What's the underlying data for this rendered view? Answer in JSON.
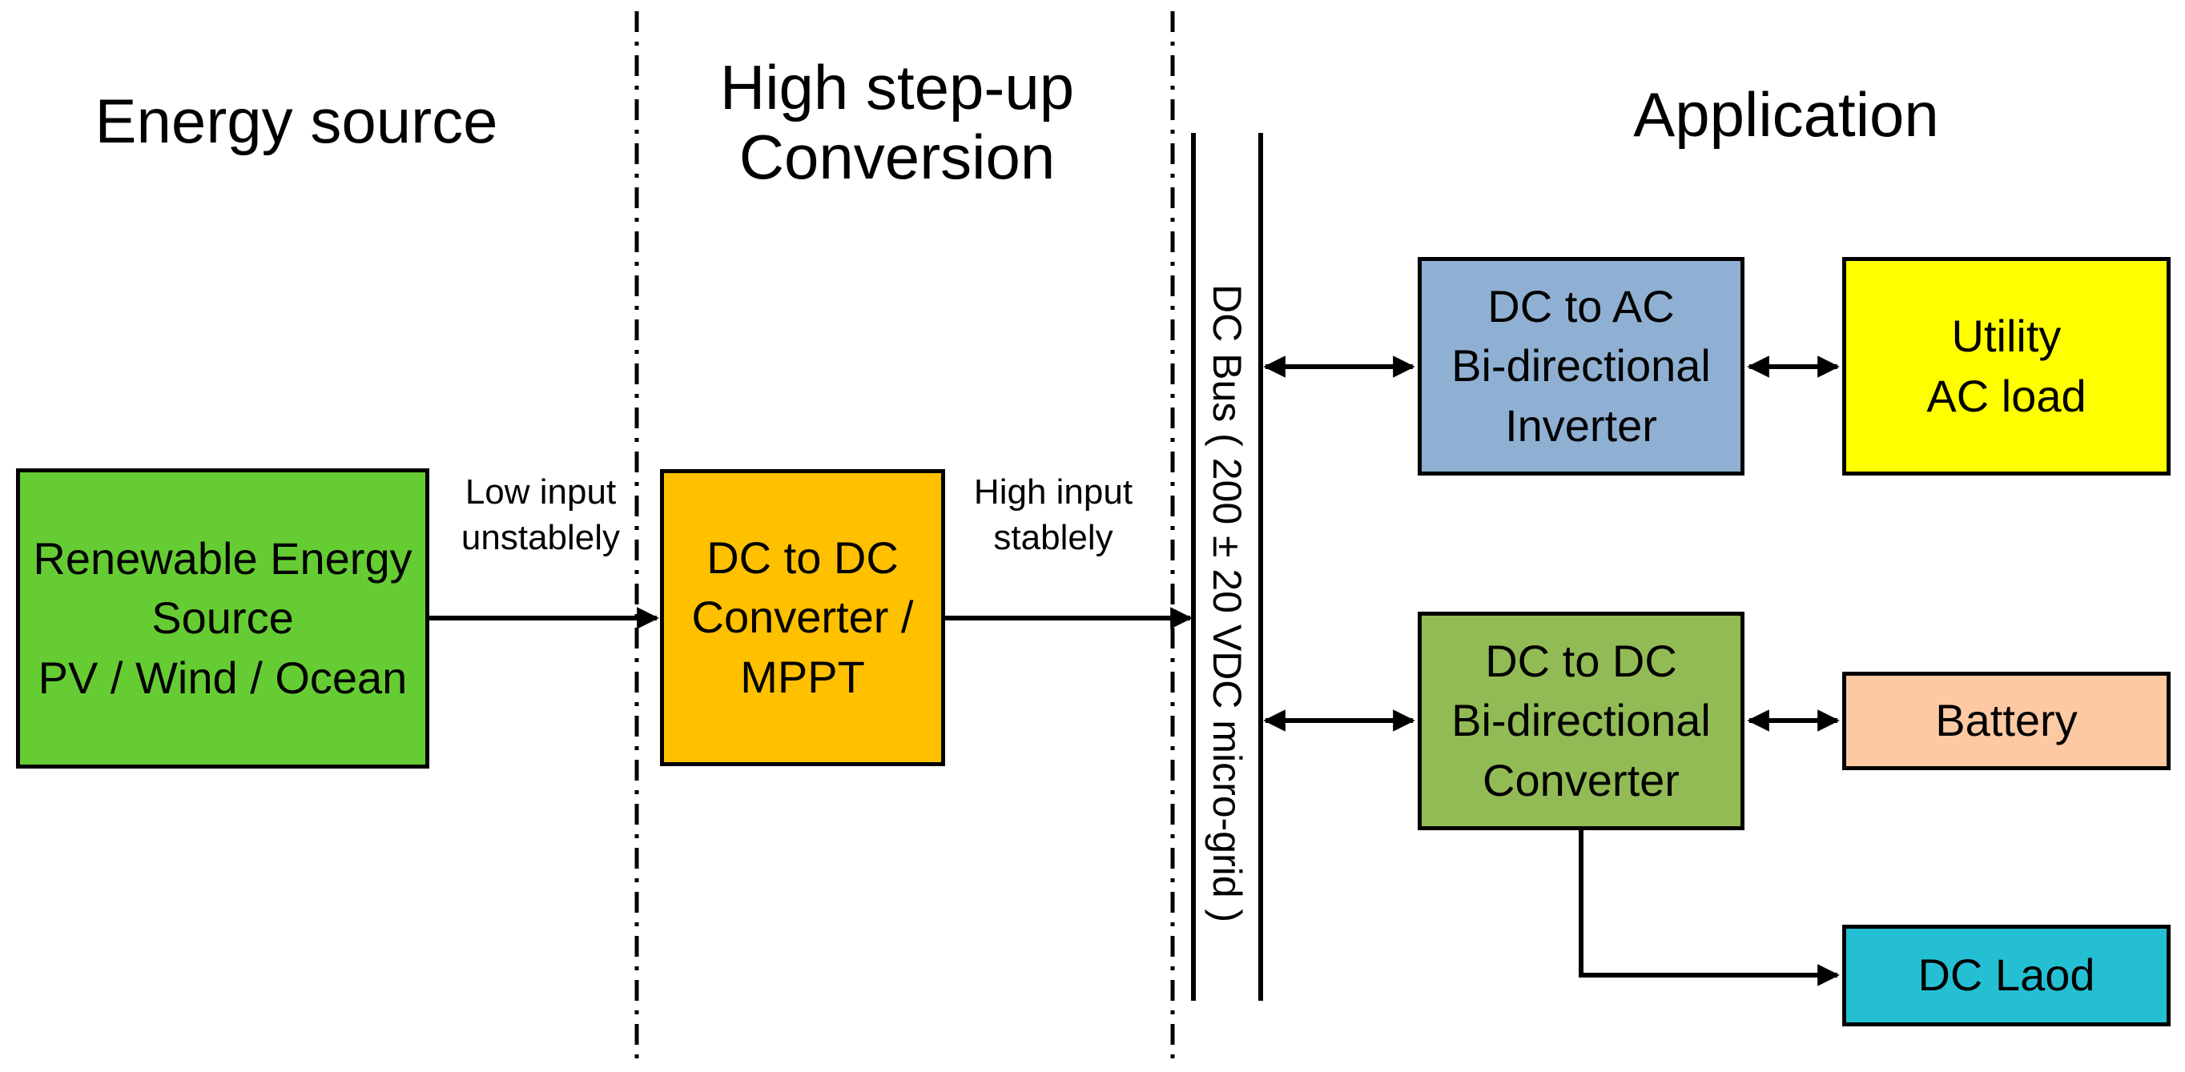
{
  "headings": {
    "energy_source": "Energy source",
    "step_up_line1": "High step-up",
    "step_up_line2": "Conversion",
    "application": "Application"
  },
  "arrow_labels": {
    "low_line1": "Low input",
    "low_line2": "unstablely",
    "high_line1": "High input",
    "high_line2": "stablely"
  },
  "blocks": {
    "source": [
      "Renewable Energy",
      "Source",
      "PV / Wind / Ocean"
    ],
    "dcdc": [
      "DC to DC",
      "Converter /",
      "MPPT"
    ],
    "inverter": [
      "DC to AC",
      "Bi-directional",
      "Inverter"
    ],
    "utility": [
      "Utility",
      "AC load"
    ],
    "bidir_converter": [
      "DC to DC",
      "Bi-directional",
      "Converter"
    ],
    "battery": [
      "Battery"
    ],
    "dc_load": [
      "DC Laod"
    ]
  },
  "bus_label": "DC Bus ( 200 ± 20 VDC micro-grid )",
  "colors": {
    "source": "#66cc33",
    "dcdc": "#ffc000",
    "inverter": "#8fb0d2",
    "utility": "#ffff00",
    "bidir_converter": "#92bb55",
    "battery": "#fcc9a3",
    "dc_load": "#25bfd3"
  }
}
